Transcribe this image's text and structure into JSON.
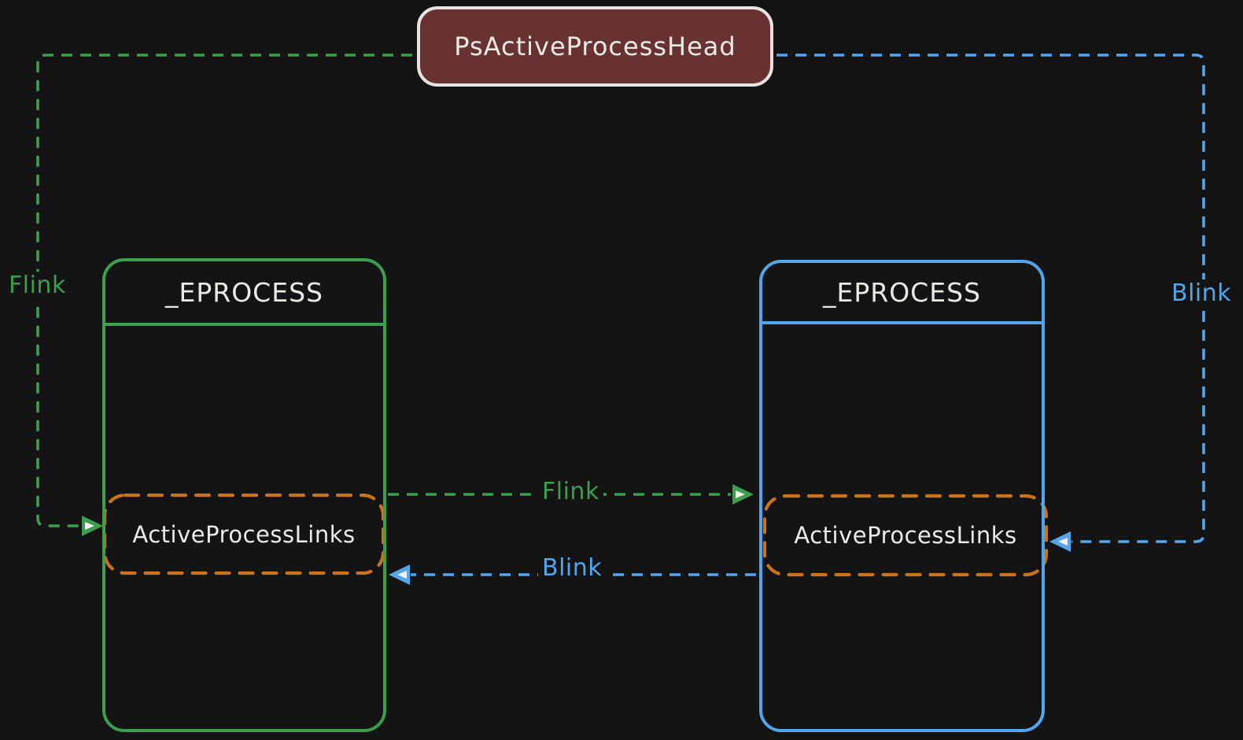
{
  "colors": {
    "background": "#141414",
    "green": "#3d9e4f",
    "blue": "#54a5ec",
    "orange": "#c9731d",
    "maroon_fill": "#693232",
    "border_light": "#e7e3e0",
    "text": "#eceae4"
  },
  "head": {
    "label": "PsActiveProcessHead"
  },
  "left_process": {
    "title": "_EPROCESS",
    "field": "ActiveProcessLinks"
  },
  "right_process": {
    "title": "_EPROCESS",
    "field": "ActiveProcessLinks"
  },
  "edges": {
    "flink_head": "Flink",
    "blink_head": "Blink",
    "flink_mid": "Flink",
    "blink_mid": "Blink"
  }
}
